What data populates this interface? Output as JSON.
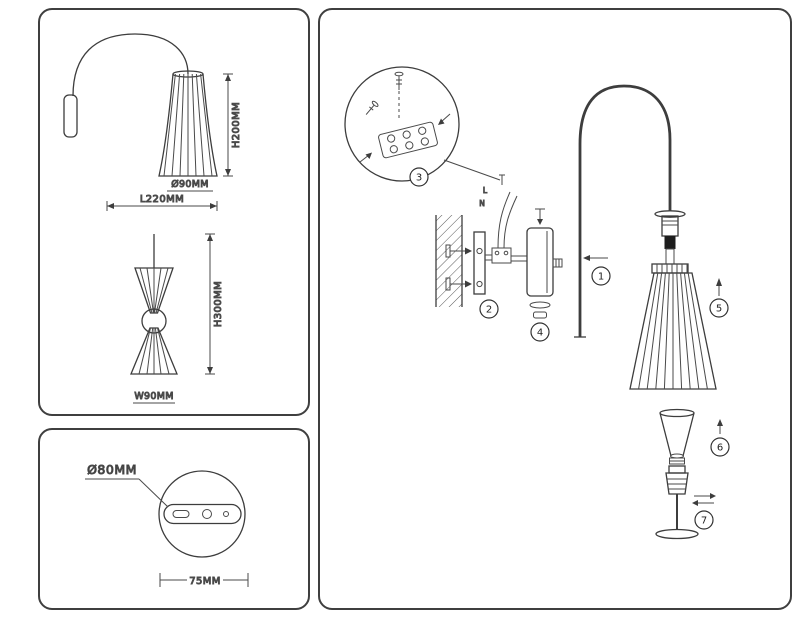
{
  "panel_dimensions": {
    "front_view": {
      "height_label": "H200MM",
      "diameter_label": "Ø90MM",
      "length_label": "L220MM"
    },
    "side_view": {
      "height_label": "H300MM",
      "width_label": "W90MM"
    }
  },
  "panel_mount": {
    "diameter_label": "Ø80MM",
    "spacing_label": "75MM"
  },
  "panel_assembly": {
    "wire_labels": {
      "l": "L",
      "n": "N"
    },
    "steps": [
      "1",
      "2",
      "3",
      "4",
      "5",
      "6",
      "7"
    ]
  },
  "colors": {
    "line": "#3d3d3d",
    "background": "#ffffff"
  }
}
